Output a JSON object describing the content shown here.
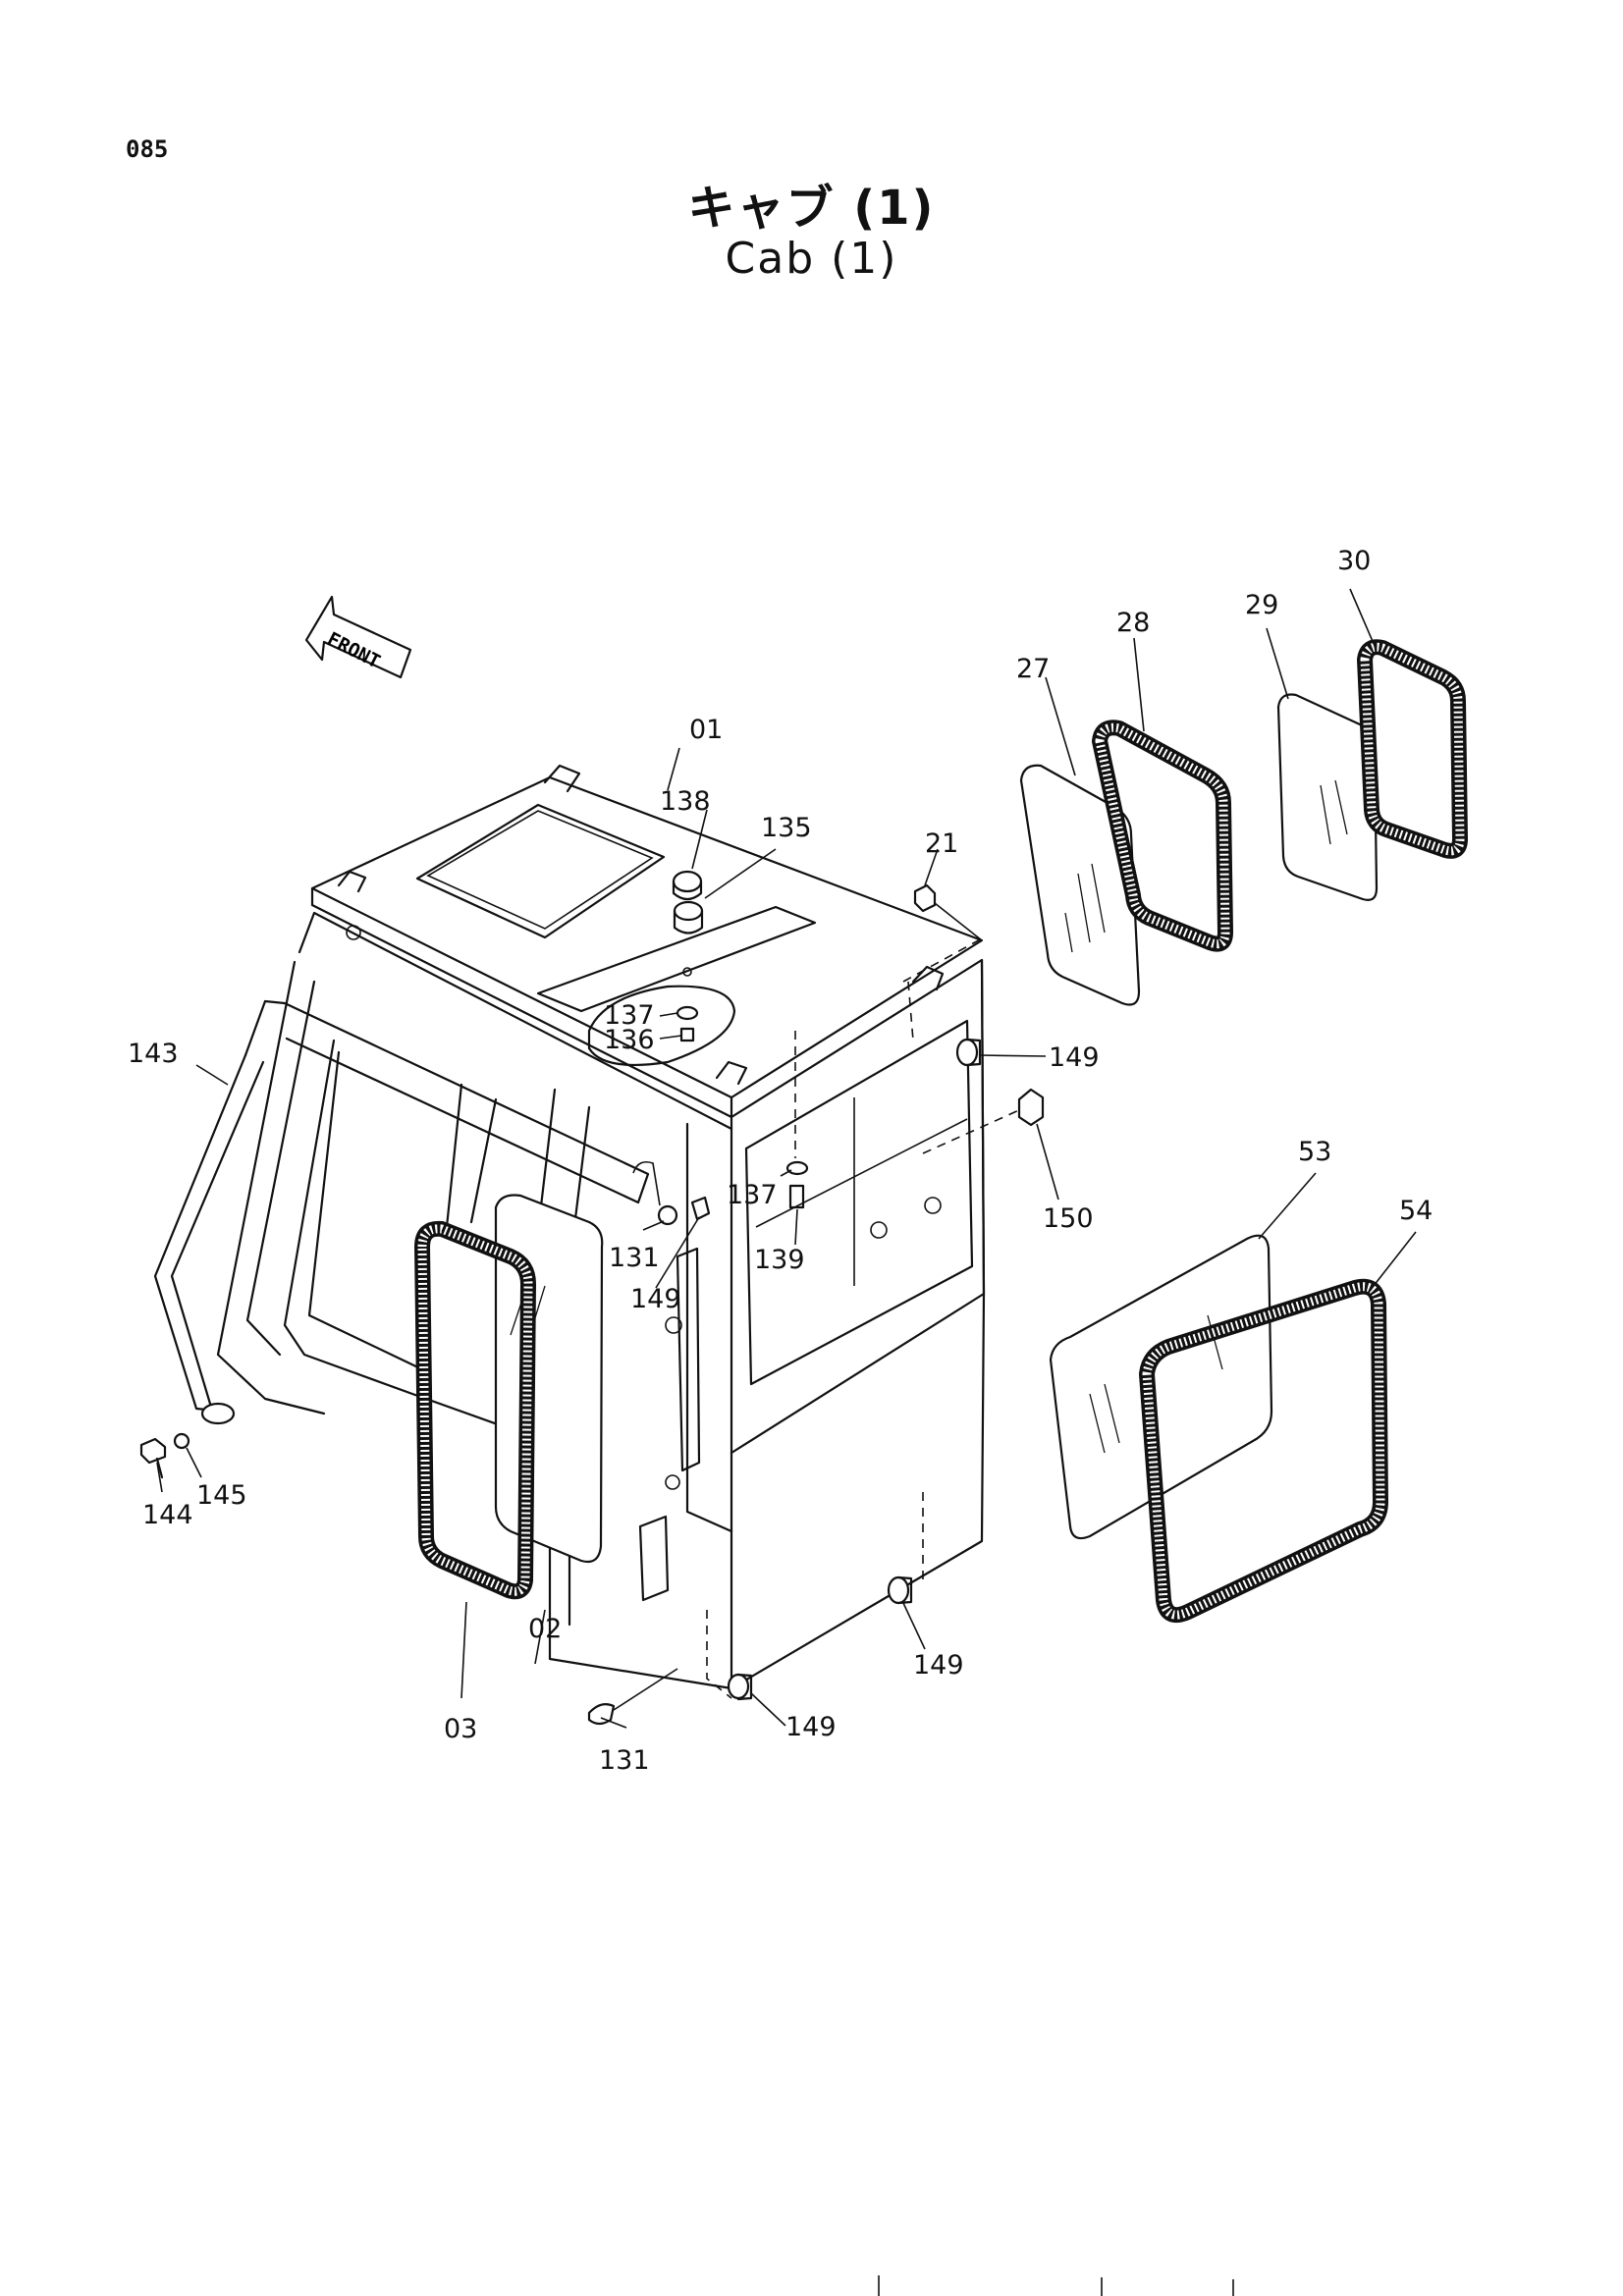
{
  "page_number": "085",
  "title_jp": "キャブ (1)",
  "title_en": "Cab (1)",
  "front_arrow_text": "FRONT",
  "parts": [
    {
      "id": "p01",
      "label": "01"
    },
    {
      "id": "p02",
      "label": "02"
    },
    {
      "id": "p03",
      "label": "03"
    },
    {
      "id": "p21",
      "label": "21"
    },
    {
      "id": "p27",
      "label": "27"
    },
    {
      "id": "p28",
      "label": "28"
    },
    {
      "id": "p29",
      "label": "29"
    },
    {
      "id": "p30",
      "label": "30"
    },
    {
      "id": "p53",
      "label": "53"
    },
    {
      "id": "p54",
      "label": "54"
    },
    {
      "id": "p131a",
      "label": "131"
    },
    {
      "id": "p131b",
      "label": "131"
    },
    {
      "id": "p135",
      "label": "135"
    },
    {
      "id": "p136",
      "label": "136"
    },
    {
      "id": "p137a",
      "label": "137"
    },
    {
      "id": "p137b",
      "label": "137"
    },
    {
      "id": "p138",
      "label": "138"
    },
    {
      "id": "p139",
      "label": "139"
    },
    {
      "id": "p143",
      "label": "143"
    },
    {
      "id": "p144",
      "label": "144"
    },
    {
      "id": "p145",
      "label": "145"
    },
    {
      "id": "p149a",
      "label": "149"
    },
    {
      "id": "p149b",
      "label": "149"
    },
    {
      "id": "p149c",
      "label": "149"
    },
    {
      "id": "p149d",
      "label": "149"
    },
    {
      "id": "p150",
      "label": "150"
    }
  ]
}
